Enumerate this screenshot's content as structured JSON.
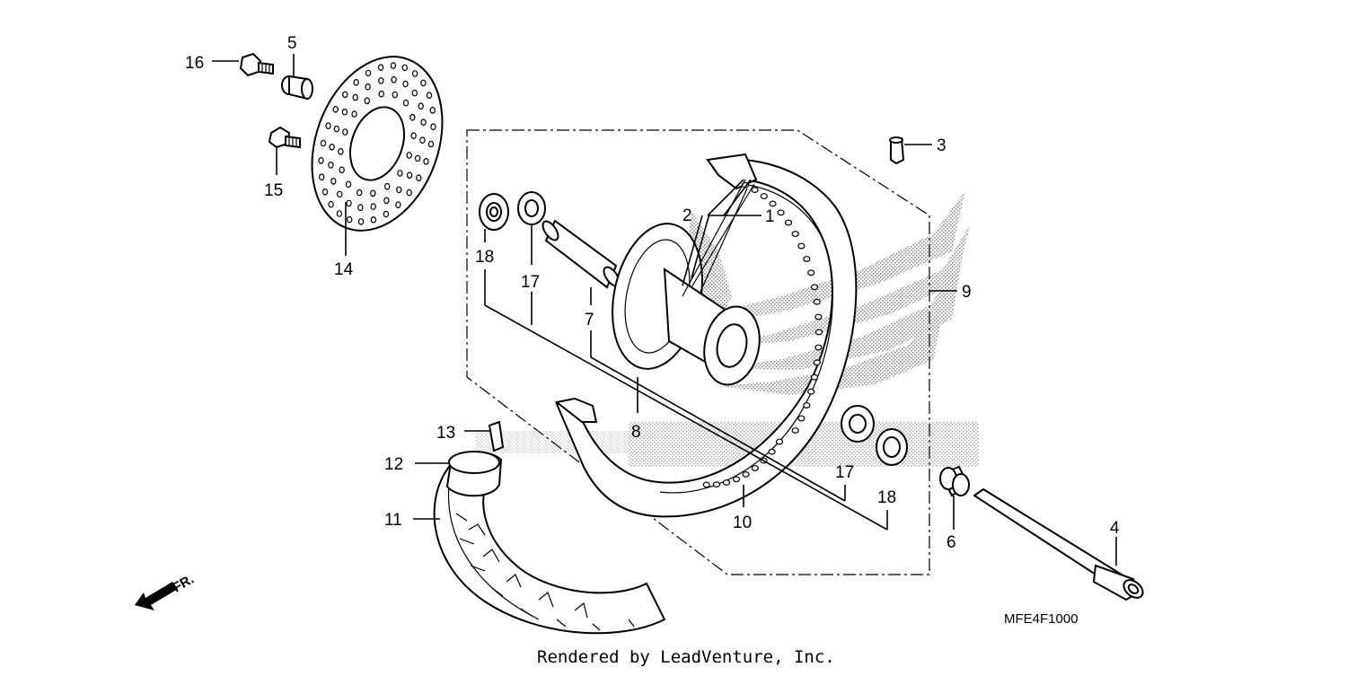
{
  "diagram": {
    "callouts": [
      {
        "id": "c1",
        "label": "1"
      },
      {
        "id": "c2",
        "label": "2"
      },
      {
        "id": "c3",
        "label": "3"
      },
      {
        "id": "c4",
        "label": "4"
      },
      {
        "id": "c5",
        "label": "5"
      },
      {
        "id": "c6",
        "label": "6"
      },
      {
        "id": "c7",
        "label": "7"
      },
      {
        "id": "c8",
        "label": "8"
      },
      {
        "id": "c9",
        "label": "9"
      },
      {
        "id": "c10",
        "label": "10"
      },
      {
        "id": "c11",
        "label": "11"
      },
      {
        "id": "c12",
        "label": "12"
      },
      {
        "id": "c13",
        "label": "13"
      },
      {
        "id": "c14",
        "label": "14"
      },
      {
        "id": "c15",
        "label": "15"
      },
      {
        "id": "c16",
        "label": "16"
      },
      {
        "id": "c17a",
        "label": "17"
      },
      {
        "id": "c17b",
        "label": "17"
      },
      {
        "id": "c18a",
        "label": "18"
      },
      {
        "id": "c18b",
        "label": "18"
      }
    ],
    "diagram_code": "MFE4F1000",
    "direction_marker": "FR.",
    "footer": "Rendered by LeadVenture, Inc.",
    "watermark_color": "#9a9a9a",
    "line_color": "#000000"
  }
}
